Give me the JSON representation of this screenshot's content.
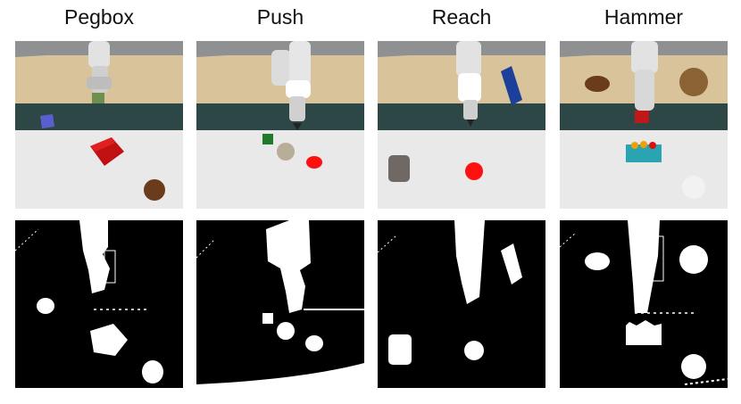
{
  "columns": [
    {
      "title": "Pegbox"
    },
    {
      "title": "Push"
    },
    {
      "title": "Reach"
    },
    {
      "title": "Hammer"
    }
  ],
  "colors": {
    "wall": "#8f9091",
    "table_top": "#d8c39a",
    "table_edge": "#2c4745",
    "floor": "#e9e9ea",
    "robot": "#dcdcdc",
    "mask_bg": "#000000",
    "mask_fg": "#ffffff"
  }
}
